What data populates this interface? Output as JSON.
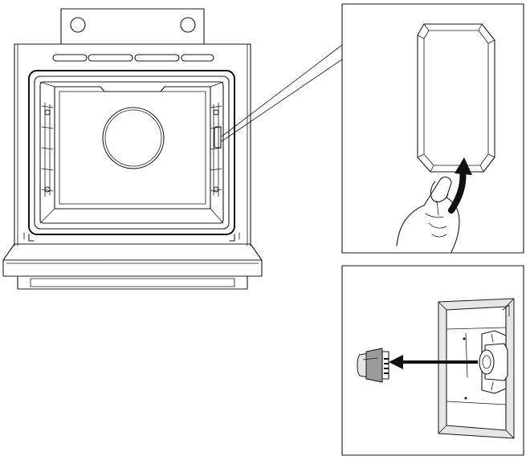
{
  "figure": {
    "panels": [
      {
        "id": "oven",
        "description_icon": "oven-open-door-icon"
      },
      {
        "id": "lamp-cover",
        "description_icon": "lamp-cover-removal-icon"
      },
      {
        "id": "bulb",
        "description_icon": "bulb-removal-icon"
      }
    ],
    "colors": {
      "line": "#1a1a1a",
      "fill_light": "#e6e6e6",
      "fill_mid": "#9a9a9a",
      "background": "#ffffff"
    }
  }
}
